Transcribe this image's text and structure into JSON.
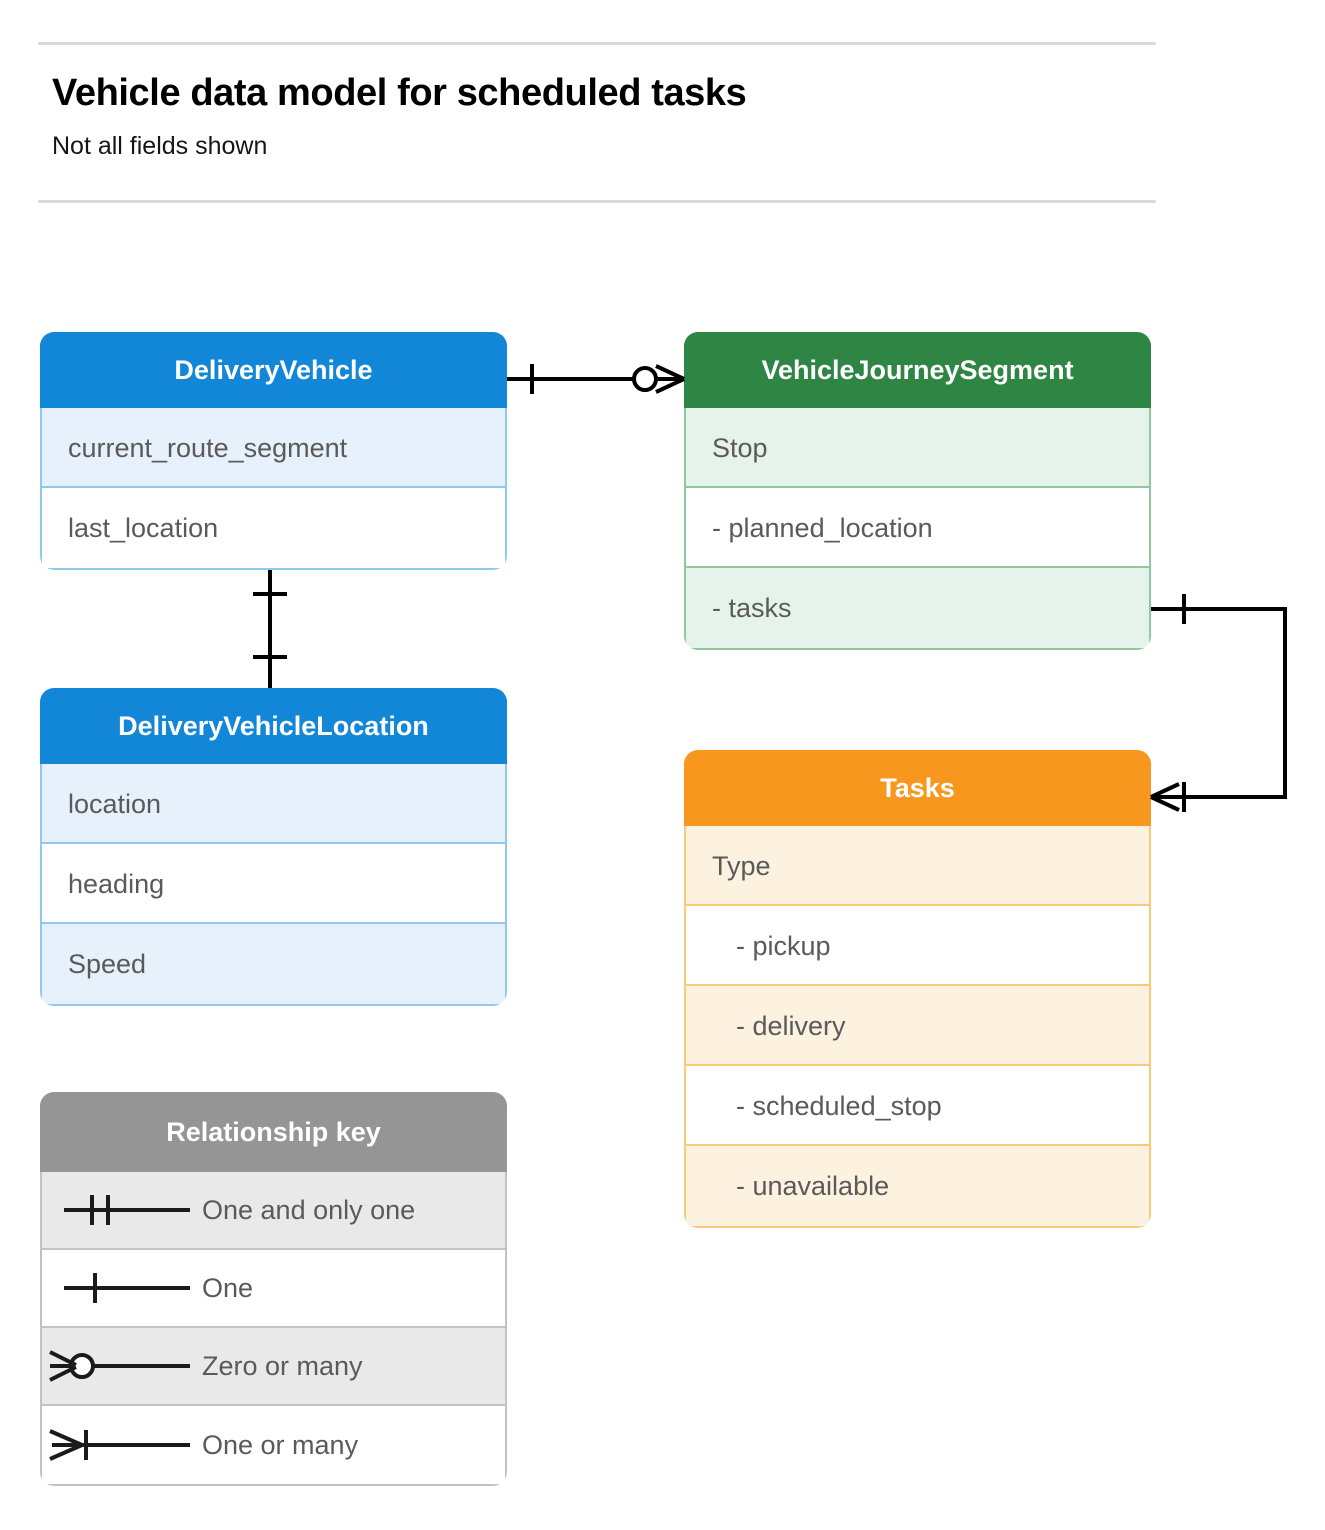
{
  "header": {
    "title": "Vehicle data model for scheduled tasks",
    "subtitle": "Not all fields shown"
  },
  "colors": {
    "blue_header": "#1287d8",
    "blue_row_alt": "#e6f1fb",
    "blue_border": "#90c9f0",
    "green_header": "#2e8544",
    "green_row_alt": "#e6f3ea",
    "green_border": "#8fc79f",
    "orange_header": "#f8971e",
    "orange_row_alt": "#fdf2e0",
    "orange_border": "#fbc979",
    "gray_header": "#959595",
    "gray_row_alt": "#e9e9e9",
    "gray_border": "#c2c2c2",
    "connector_line": "#000000",
    "text_body": "#5a5a5a",
    "rule": "#d9d9d9"
  },
  "entities": [
    {
      "id": "delivery-vehicle",
      "name": "DeliveryVehicle",
      "theme": "blue",
      "fields": [
        {
          "label": "current_route_segment",
          "indent": false
        },
        {
          "label": "last_location",
          "indent": false
        }
      ]
    },
    {
      "id": "vehicle-journey-segment",
      "name": "VehicleJourneySegment",
      "theme": "green",
      "fields": [
        {
          "label": "Stop",
          "indent": false
        },
        {
          "label": "-  planned_location",
          "indent": false
        },
        {
          "label": "- tasks",
          "indent": false
        }
      ]
    },
    {
      "id": "delivery-vehicle-location",
      "name": "DeliveryVehicleLocation",
      "theme": "blue",
      "fields": [
        {
          "label": "location",
          "indent": false
        },
        {
          "label": "heading",
          "indent": false
        },
        {
          "label": "Speed",
          "indent": false
        }
      ]
    },
    {
      "id": "tasks",
      "name": "Tasks",
      "theme": "orange",
      "fields": [
        {
          "label": "Type",
          "indent": false
        },
        {
          "label": "-  pickup",
          "indent": true
        },
        {
          "label": "-  delivery",
          "indent": true
        },
        {
          "label": "-  scheduled_stop",
          "indent": true
        },
        {
          "label": "-  unavailable",
          "indent": true
        }
      ]
    }
  ],
  "relationships": [
    {
      "id": "deliveryvehicle-to-journeysegment",
      "from": "DeliveryVehicle",
      "to": "VehicleJourneySegment",
      "from_cardinality": "One",
      "to_cardinality": "Zero or many"
    },
    {
      "id": "deliveryvehicle-to-vehiclelocation",
      "from": "DeliveryVehicle",
      "to": "DeliveryVehicleLocation",
      "from_cardinality": "One",
      "to_cardinality": "One"
    },
    {
      "id": "journeysegment-tasks-to-tasks",
      "from": "VehicleJourneySegment.tasks",
      "to": "Tasks",
      "from_cardinality": "One",
      "to_cardinality": "One or many"
    }
  ],
  "legend": {
    "title": "Relationship key",
    "items": [
      {
        "symbol": "one-and-only-one-symbol",
        "label": "One and only one"
      },
      {
        "symbol": "one-symbol",
        "label": "One"
      },
      {
        "symbol": "zero-or-many-symbol",
        "label": "Zero or many"
      },
      {
        "symbol": "one-or-many-symbol",
        "label": "One or many"
      }
    ]
  }
}
